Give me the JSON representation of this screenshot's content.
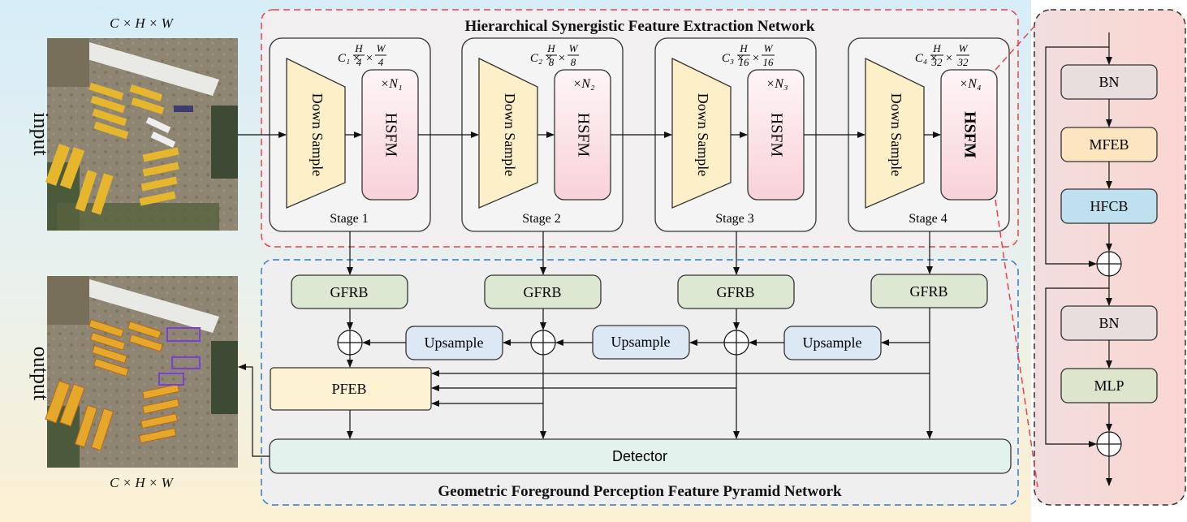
{
  "input_label": "input",
  "output_label": "output",
  "input_dims": "C × H × W",
  "output_dims": "C × H × W",
  "top_panel_title": "Hierarchical Synergistic Feature Extraction Network",
  "bottom_panel_title": "Geometric Foreground Perception Feature Pyramid Network",
  "stages": [
    {
      "label": "Stage 1",
      "channel": "C₁",
      "h_div": "4",
      "w_div": "4",
      "downsample": "Down Sample",
      "block": "HSFM",
      "repeat": "×N₁"
    },
    {
      "label": "Stage 2",
      "channel": "C₂",
      "h_div": "8",
      "w_div": "8",
      "downsample": "Down Sample",
      "block": "HSFM",
      "repeat": "×N₂"
    },
    {
      "label": "Stage 3",
      "channel": "C₃",
      "h_div": "16",
      "w_div": "16",
      "downsample": "Down Sample",
      "block": "HSFM",
      "repeat": "×N₃"
    },
    {
      "label": "Stage 4",
      "channel": "C₄",
      "h_div": "32",
      "w_div": "32",
      "downsample": "Down Sample",
      "block": "HSFM",
      "repeat": "×N₄"
    }
  ],
  "dim_symbols": {
    "times": "×",
    "H": "H",
    "W": "W"
  },
  "gfrb_label": "GFRB",
  "upsample_label": "Upsample",
  "pfeb_label": "PFEB",
  "detector_label": "Detector",
  "hsfm_detail": {
    "blocks": [
      "BN",
      "MFEB",
      "HFCB",
      "BN",
      "MLP"
    ]
  },
  "colors": {
    "downsample_fill": "#fdf0c8",
    "hsfm_fill": "#fbe0e4",
    "gfrb_fill": "#dde8d2",
    "upsample_fill": "#dce8f4",
    "pfeb_fill": "#fdf3d2",
    "detector_fill": "#e4f2ee",
    "bn_fill": "#e7dedd",
    "mfeb_fill": "#fde6bf",
    "hfcb_fill": "#bfe0ee",
    "mlp_fill": "#dde6cd",
    "top_border": "#e8434b",
    "bottom_border": "#2e7bd0"
  },
  "images": {
    "input": "aerial view of a parking lot with rows of yellow school buses",
    "output": "the same aerial view with detected buses highlighted by orange and purple boxes"
  }
}
